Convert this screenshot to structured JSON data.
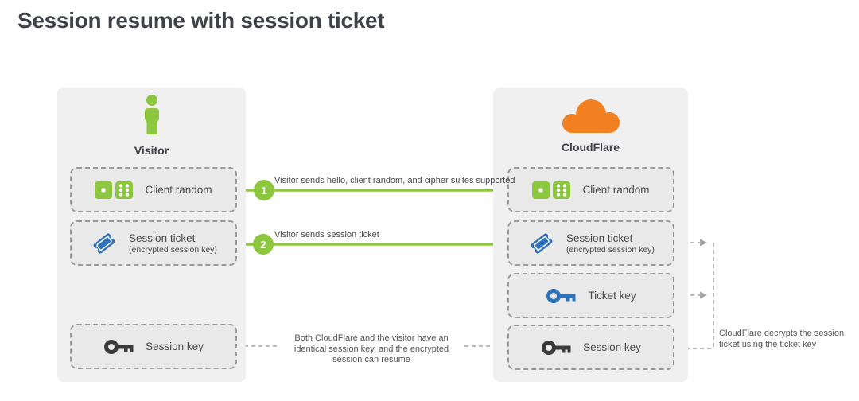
{
  "title": "Session resume with session ticket",
  "colors": {
    "green": "#8dc63f",
    "orange": "#f38020",
    "blue": "#2f72b9",
    "dark_key": "#3a3a3a",
    "panel_bg": "#f0f0f0",
    "box_bg": "#e9e9e9",
    "dashed_border": "#9a9a9a"
  },
  "visitor": {
    "label": "Visitor",
    "boxes": {
      "client_random": {
        "label": "Client random",
        "icon": "dice-icon"
      },
      "session_ticket": {
        "label": "Session ticket",
        "sublabel": "(encrypted session key)",
        "icon": "ticket-icon"
      },
      "session_key": {
        "label": "Session key",
        "icon": "key-icon-dark"
      }
    }
  },
  "cloudflare": {
    "label": "CloudFlare",
    "boxes": {
      "client_random": {
        "label": "Client random",
        "icon": "dice-icon"
      },
      "session_ticket": {
        "label": "Session ticket",
        "sublabel": "(encrypted session key)",
        "icon": "ticket-icon"
      },
      "ticket_key": {
        "label": "Ticket key",
        "icon": "key-icon-blue"
      },
      "session_key": {
        "label": "Session key",
        "icon": "key-icon-dark"
      }
    }
  },
  "arrows": {
    "step1": {
      "number": "1",
      "label": "Visitor sends hello, client random, and cipher suites supported"
    },
    "step2": {
      "number": "2",
      "label": "Visitor sends session ticket"
    }
  },
  "annotations": {
    "session_resume": "Both CloudFlare and the visitor have an identical session key, and the encrypted session can resume",
    "decrypt": "CloudFlare decrypts the session ticket using the ticket key"
  }
}
